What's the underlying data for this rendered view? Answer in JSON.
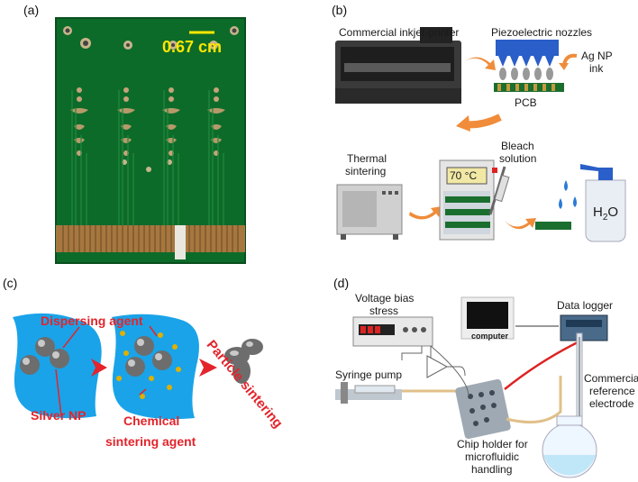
{
  "panels": {
    "a": {
      "label": "(a)",
      "scale_text": "0.67 cm"
    },
    "b": {
      "label": "(b)",
      "printer": "Commercial inkjet-printer",
      "nozzles": "Piezoelectric nozzles",
      "ink_line1": "Ag NP",
      "ink_line2": "ink",
      "pcb": "PCB",
      "thermal_line1": "Thermal",
      "thermal_line2": "sintering",
      "oven_temp": "70 °C",
      "bleach_line1": "Bleach",
      "bleach_line2": "solution",
      "water_main": "H",
      "water_sub": "2",
      "water_tail": "O"
    },
    "c": {
      "label": "(c)",
      "dispersing": "Dispersing agent",
      "silver": "Silver NP",
      "chemical_line1": "Chemical",
      "chemical_line2": "sintering agent",
      "particle": "Particle sintering"
    },
    "d": {
      "label": "(d)",
      "voltage_line1": "Voltage bias",
      "voltage_line2": "stress",
      "computer": "computer",
      "logger": "Data logger",
      "syringe": "Syringe pump",
      "ref_line1": "Commercial",
      "ref_line2": "reference",
      "ref_line3": "electrode",
      "chip_line1": "Chip holder for",
      "chip_line2": "microfluidic",
      "chip_line3": "handling"
    }
  }
}
